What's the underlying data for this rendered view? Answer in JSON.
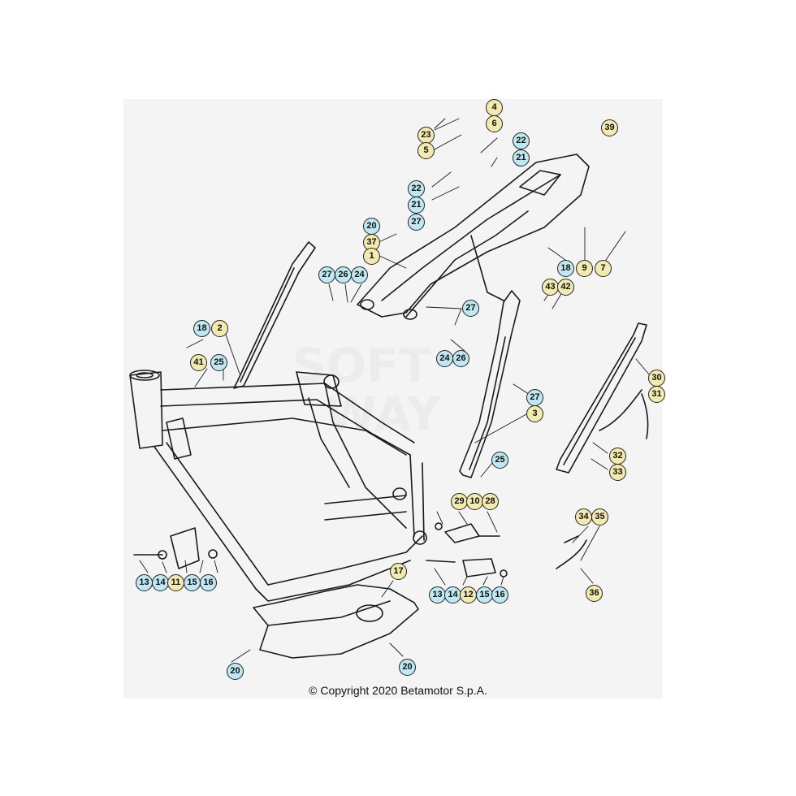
{
  "copyright": "© Copyright 2020 Betamotor S.p.A.",
  "watermark": [
    "SOFT",
    "WAY"
  ],
  "colors": {
    "blue_callout": "#bfe8f2",
    "yellow_callout": "#f3eab0",
    "line": "#1a1a1a",
    "background": "#f4f4f4"
  },
  "callouts": [
    {
      "label": "4",
      "color": "yellow"
    },
    {
      "label": "23",
      "color": "yellow"
    },
    {
      "label": "6",
      "color": "yellow"
    },
    {
      "label": "5",
      "color": "yellow"
    },
    {
      "label": "39",
      "color": "yellow"
    },
    {
      "label": "22",
      "color": "blue"
    },
    {
      "label": "21",
      "color": "blue"
    },
    {
      "label": "22",
      "color": "blue"
    },
    {
      "label": "21",
      "color": "blue"
    },
    {
      "label": "20",
      "color": "blue"
    },
    {
      "label": "27",
      "color": "blue"
    },
    {
      "label": "37",
      "color": "yellow"
    },
    {
      "label": "1",
      "color": "yellow"
    },
    {
      "label": "18",
      "color": "blue"
    },
    {
      "label": "9",
      "color": "yellow"
    },
    {
      "label": "7",
      "color": "yellow"
    },
    {
      "label": "27",
      "color": "blue"
    },
    {
      "label": "26",
      "color": "blue"
    },
    {
      "label": "24",
      "color": "blue"
    },
    {
      "label": "43",
      "color": "yellow"
    },
    {
      "label": "42",
      "color": "yellow"
    },
    {
      "label": "27",
      "color": "blue"
    },
    {
      "label": "18",
      "color": "blue"
    },
    {
      "label": "2",
      "color": "yellow"
    },
    {
      "label": "24",
      "color": "blue"
    },
    {
      "label": "26",
      "color": "blue"
    },
    {
      "label": "41",
      "color": "yellow"
    },
    {
      "label": "25",
      "color": "blue"
    },
    {
      "label": "30",
      "color": "yellow"
    },
    {
      "label": "31",
      "color": "yellow"
    },
    {
      "label": "27",
      "color": "blue"
    },
    {
      "label": "3",
      "color": "yellow"
    },
    {
      "label": "32",
      "color": "yellow"
    },
    {
      "label": "33",
      "color": "yellow"
    },
    {
      "label": "25",
      "color": "blue"
    },
    {
      "label": "29",
      "color": "yellow"
    },
    {
      "label": "10",
      "color": "yellow"
    },
    {
      "label": "28",
      "color": "yellow"
    },
    {
      "label": "34",
      "color": "yellow"
    },
    {
      "label": "35",
      "color": "yellow"
    },
    {
      "label": "17",
      "color": "yellow"
    },
    {
      "label": "13",
      "color": "blue"
    },
    {
      "label": "14",
      "color": "blue"
    },
    {
      "label": "11",
      "color": "yellow"
    },
    {
      "label": "15",
      "color": "blue"
    },
    {
      "label": "16",
      "color": "blue"
    },
    {
      "label": "13",
      "color": "blue"
    },
    {
      "label": "14",
      "color": "blue"
    },
    {
      "label": "12",
      "color": "yellow"
    },
    {
      "label": "15",
      "color": "blue"
    },
    {
      "label": "16",
      "color": "blue"
    },
    {
      "label": "36",
      "color": "yellow"
    },
    {
      "label": "20",
      "color": "blue"
    },
    {
      "label": "20",
      "color": "blue"
    }
  ]
}
